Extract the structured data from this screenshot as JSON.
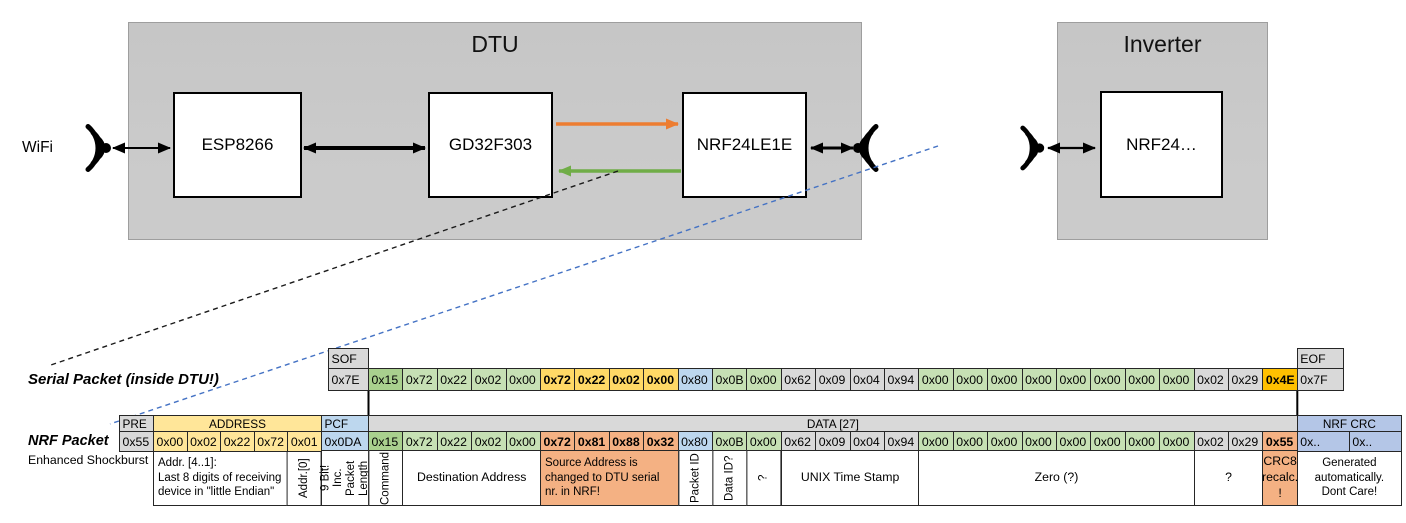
{
  "palette": {
    "cell_gray": "#D9D9D9",
    "cell_green": "#C6E0B4",
    "cell_green_dark": "#A9D08E",
    "cell_gold": "#FFD966",
    "cell_orange": "#FFC000",
    "cell_salmon": "#F4B183",
    "cell_blue": "#BDD7EE",
    "cell_blue_mid": "#B4C6E7",
    "cell_yellow": "#FFE699",
    "arrow_orange": "#ED7D31",
    "arrow_green": "#70AD47",
    "dash_blue": "#4472C4",
    "panel_gray": "#CBCBCB"
  },
  "diagram": {
    "wifi_label": "WiFi",
    "dtu": {
      "title": "DTU",
      "components": [
        "ESP8266",
        "GD32F303",
        "NRF24LE1E"
      ]
    },
    "inverter": {
      "title": "Inverter",
      "component": "NRF24…"
    }
  },
  "serial_packet": {
    "label": "Serial Packet (inside DTU!)",
    "sof_header": "SOF",
    "sof_byte": "0x7E",
    "eof_header": "EOF",
    "eof_byte": "0x7F",
    "bytes": [
      {
        "v": "0x15",
        "c": "greenDark"
      },
      {
        "v": "0x72",
        "c": "green"
      },
      {
        "v": "0x22",
        "c": "green"
      },
      {
        "v": "0x02",
        "c": "green"
      },
      {
        "v": "0x00",
        "c": "green"
      },
      {
        "v": "0x72",
        "c": "gold",
        "b": true
      },
      {
        "v": "0x22",
        "c": "gold",
        "b": true
      },
      {
        "v": "0x02",
        "c": "gold",
        "b": true
      },
      {
        "v": "0x00",
        "c": "gold",
        "b": true
      },
      {
        "v": "0x80",
        "c": "blue"
      },
      {
        "v": "0x0B",
        "c": "green"
      },
      {
        "v": "0x00",
        "c": "green"
      },
      {
        "v": "0x62",
        "c": "gray"
      },
      {
        "v": "0x09",
        "c": "gray"
      },
      {
        "v": "0x04",
        "c": "gray"
      },
      {
        "v": "0x94",
        "c": "gray"
      },
      {
        "v": "0x00",
        "c": "green"
      },
      {
        "v": "0x00",
        "c": "green"
      },
      {
        "v": "0x00",
        "c": "green"
      },
      {
        "v": "0x00",
        "c": "green"
      },
      {
        "v": "0x00",
        "c": "green"
      },
      {
        "v": "0x00",
        "c": "green"
      },
      {
        "v": "0x00",
        "c": "green"
      },
      {
        "v": "0x00",
        "c": "green"
      },
      {
        "v": "0x02",
        "c": "gray"
      },
      {
        "v": "0x29",
        "c": "gray"
      },
      {
        "v": "0x4E",
        "c": "orange",
        "b": true
      }
    ]
  },
  "nrf_packet": {
    "label": "NRF Packet",
    "sublabel": "Enhanced Shockburst",
    "pre_header": "PRE",
    "pre_byte": "0x55",
    "address_header": "ADDRESS",
    "address_bytes": [
      "0x00",
      "0x02",
      "0x22",
      "0x72",
      "0x01"
    ],
    "pcf_header": "PCF",
    "pcf_byte": "0x0DA",
    "data_header": "DATA [27]",
    "crc_header": "NRF CRC",
    "crc_bytes": [
      "0x..",
      "0x.."
    ],
    "bytes": [
      {
        "v": "0x15",
        "c": "greenDark"
      },
      {
        "v": "0x72",
        "c": "green"
      },
      {
        "v": "0x22",
        "c": "green"
      },
      {
        "v": "0x02",
        "c": "green"
      },
      {
        "v": "0x00",
        "c": "green"
      },
      {
        "v": "0x72",
        "c": "salmon",
        "b": true
      },
      {
        "v": "0x81",
        "c": "salmon",
        "b": true
      },
      {
        "v": "0x88",
        "c": "salmon",
        "b": true
      },
      {
        "v": "0x32",
        "c": "salmon",
        "b": true
      },
      {
        "v": "0x80",
        "c": "blue"
      },
      {
        "v": "0x0B",
        "c": "green"
      },
      {
        "v": "0x00",
        "c": "green"
      },
      {
        "v": "0x62",
        "c": "gray"
      },
      {
        "v": "0x09",
        "c": "gray"
      },
      {
        "v": "0x04",
        "c": "gray"
      },
      {
        "v": "0x94",
        "c": "gray"
      },
      {
        "v": "0x00",
        "c": "green"
      },
      {
        "v": "0x00",
        "c": "green"
      },
      {
        "v": "0x00",
        "c": "green"
      },
      {
        "v": "0x00",
        "c": "green"
      },
      {
        "v": "0x00",
        "c": "green"
      },
      {
        "v": "0x00",
        "c": "green"
      },
      {
        "v": "0x00",
        "c": "green"
      },
      {
        "v": "0x00",
        "c": "green"
      },
      {
        "v": "0x02",
        "c": "gray"
      },
      {
        "v": "0x29",
        "c": "gray"
      },
      {
        "v": "0x55",
        "c": "salmon",
        "b": true
      }
    ]
  },
  "annotations": {
    "address_note": "Addr. [4..1]:\nLast 8 digits of receiving\ndevice in \"little Endian\"",
    "address0_note": "Addr.[0]",
    "pcf_note": "9 Bit!\nInc. Packet\nLength",
    "crc_note": "Generated\nautomatically.\nDont Care!",
    "data_notes": [
      {
        "start": 0,
        "span": 1,
        "text": "Command",
        "vertical": true
      },
      {
        "start": 1,
        "span": 4,
        "text": "Destination Address",
        "align": "center"
      },
      {
        "start": 5,
        "span": 4,
        "text": "Source Address is\nchanged to DTU serial\nnr. in NRF!",
        "bg": "salmon"
      },
      {
        "start": 9,
        "span": 1,
        "text": "Packet ID",
        "vertical": true
      },
      {
        "start": 10,
        "span": 1,
        "text": "Data ID?",
        "vertical": true
      },
      {
        "start": 11,
        "span": 1,
        "text": "?",
        "vertical": true
      },
      {
        "start": 12,
        "span": 4,
        "text": "UNIX Time Stamp",
        "align": "center"
      },
      {
        "start": 16,
        "span": 8,
        "text": "Zero (?)",
        "align": "center"
      },
      {
        "start": 24,
        "span": 2,
        "text": "?",
        "align": "center"
      },
      {
        "start": 26,
        "span": 1,
        "text": "CRC8\nrecalc.\n!",
        "bg": "salmon",
        "align": "center"
      }
    ]
  }
}
